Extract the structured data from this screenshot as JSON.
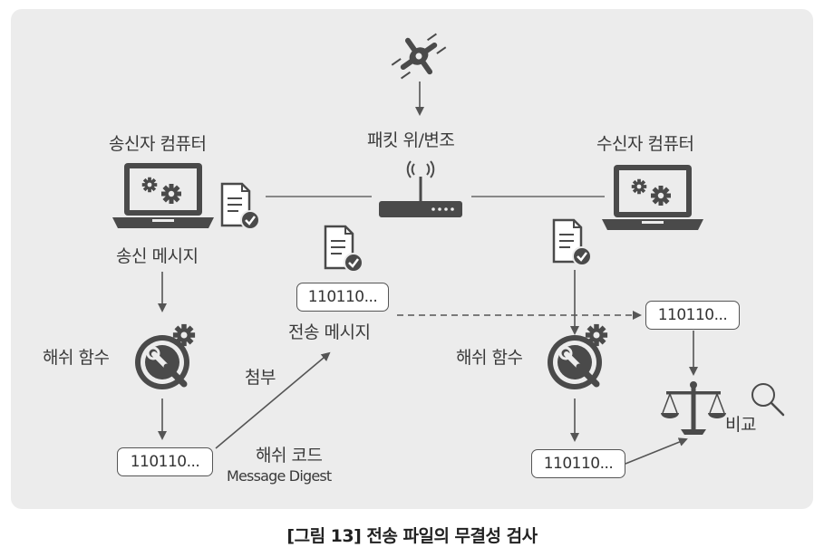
{
  "labels": {
    "sender_computer": "송신자 컴퓨터",
    "receiver_computer": "수신자 컴퓨터",
    "packet_tamper": "패킷 위/변조",
    "sender_message": "송신 메시지",
    "hash_function_left": "해쉬 함수",
    "hash_function_right": "해쉬 함수",
    "attach": "첨부",
    "transmit_message": "전송 메시지",
    "hash_code": "해쉬 코드",
    "message_digest": "Message Digest",
    "compare": "비교"
  },
  "boxes": {
    "transmit_digest": "110110...",
    "sender_digest": "110110...",
    "receiver_digest": "110110...",
    "received_digest": "110110..."
  },
  "caption": "[그림 13] 전송 파일의 무결성 검사",
  "colors": {
    "panel": "#ececec",
    "icon": "#4a4a4a",
    "arrow": "#555555"
  },
  "icons": [
    "drone-icon",
    "router-icon",
    "laptop-icon",
    "document-check-icon",
    "hash-gear-icon",
    "scale-icon",
    "magnifier-icon"
  ]
}
